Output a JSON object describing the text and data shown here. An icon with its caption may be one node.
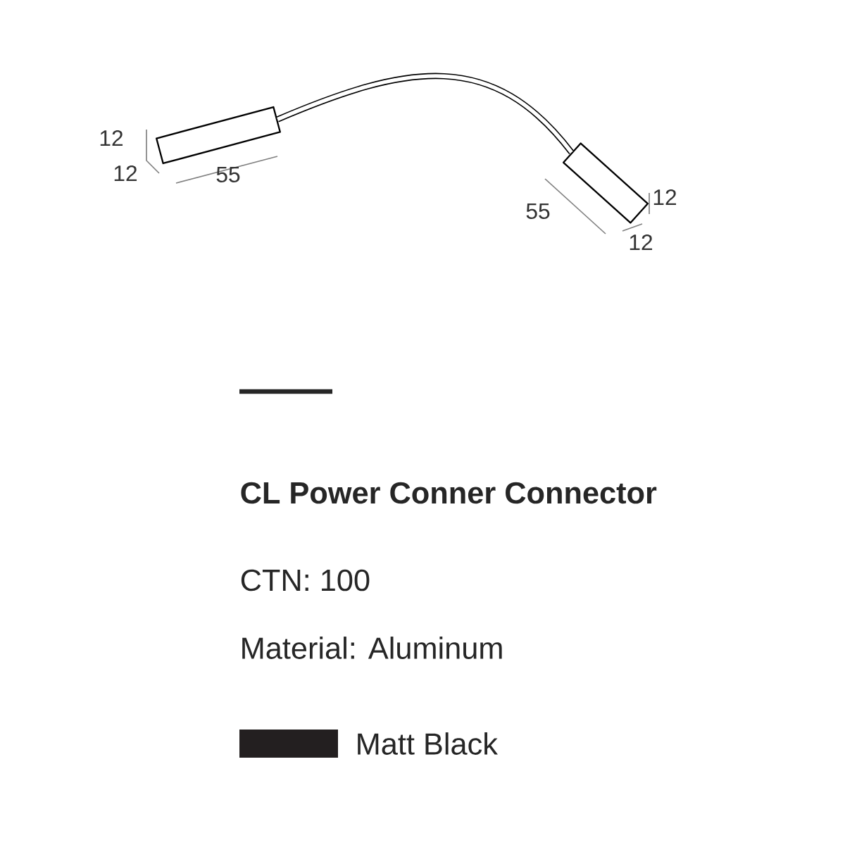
{
  "diagram": {
    "title": "CL Power Conner Connector",
    "nodes": [
      {
        "text": [],
        "shape": "picture"
      },
      {
        "text": [],
        "shape": "picture"
      }
    ],
    "edges": [
      {
        "from": 0,
        "to": 1,
        "arrow": "none"
      }
    ],
    "labels": [
      "12",
      "12",
      "55",
      "55",
      "12",
      "12",
      "CTN: 100",
      "Material: Aluminum"
    ],
    "legend": [
      {
        "text": "Matt Black",
        "color": "#231f20"
      }
    ]
  }
}
